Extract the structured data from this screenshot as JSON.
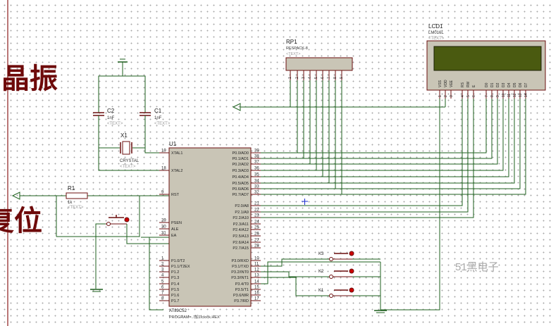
{
  "labels": {
    "crystal_big": "晶振",
    "reset_big": "复位",
    "watermark": "51黑电子"
  },
  "u1": {
    "ref": "U1",
    "part": "AT89C52",
    "program": "PROGRAM=..\\加1\\clock.HEX",
    "left_pins": [
      {
        "num": "19",
        "name": "XTAL1"
      },
      {
        "num": "18",
        "name": "XTAL2"
      },
      {
        "num": "9",
        "name": "RST"
      },
      {
        "num": "29",
        "name": "PSEN"
      },
      {
        "num": "30",
        "name": "ALE"
      },
      {
        "num": "31",
        "name": "EA"
      },
      {
        "num": "1",
        "name": "P1.0/T2"
      },
      {
        "num": "2",
        "name": "P1.1/T2EX"
      },
      {
        "num": "3",
        "name": "P1.2"
      },
      {
        "num": "4",
        "name": "P1.3"
      },
      {
        "num": "5",
        "name": "P1.4"
      },
      {
        "num": "6",
        "name": "P1.5"
      },
      {
        "num": "7",
        "name": "P1.6"
      },
      {
        "num": "8",
        "name": "P1.7"
      }
    ],
    "right_pins": [
      {
        "num": "39",
        "name": "P0.0/AD0"
      },
      {
        "num": "38",
        "name": "P0.1/AD1"
      },
      {
        "num": "37",
        "name": "P0.2/AD2"
      },
      {
        "num": "36",
        "name": "P0.3/AD3"
      },
      {
        "num": "35",
        "name": "P0.4/AD4"
      },
      {
        "num": "34",
        "name": "P0.5/AD5"
      },
      {
        "num": "33",
        "name": "P0.6/AD6"
      },
      {
        "num": "32",
        "name": "P0.7/AD7"
      },
      {
        "num": "21",
        "name": "P2.0/A8"
      },
      {
        "num": "22",
        "name": "P2.1/A9"
      },
      {
        "num": "23",
        "name": "P2.2/A10"
      },
      {
        "num": "24",
        "name": "P2.3/A11"
      },
      {
        "num": "25",
        "name": "P2.4/A12"
      },
      {
        "num": "26",
        "name": "P2.5/A13"
      },
      {
        "num": "27",
        "name": "P2.6/A14"
      },
      {
        "num": "28",
        "name": "P2.7/A15"
      },
      {
        "num": "10",
        "name": "P3.0/RXD"
      },
      {
        "num": "11",
        "name": "P3.1/TXD"
      },
      {
        "num": "12",
        "name": "P3.2/INT0"
      },
      {
        "num": "13",
        "name": "P3.3/INT1"
      },
      {
        "num": "14",
        "name": "P3.4/T0"
      },
      {
        "num": "15",
        "name": "P3.5/T1"
      },
      {
        "num": "16",
        "name": "P3.6/WR"
      },
      {
        "num": "17",
        "name": "P3.7/RD"
      }
    ]
  },
  "c2": {
    "ref": "C2",
    "value": "1nF",
    "text": "<TEXT>"
  },
  "c1": {
    "ref": "C1",
    "value": "1nF",
    "text": "<TEXT>"
  },
  "x1": {
    "ref": "X1",
    "value": "CRYSTAL",
    "text": "<TEXT>"
  },
  "r1": {
    "ref": "R1",
    "value": "1k",
    "text": "<TEXT>"
  },
  "rp1": {
    "ref": "RP1",
    "value": "RESPACK-8",
    "text": "<TEXT>",
    "pins": [
      "1",
      "2",
      "3",
      "4",
      "5",
      "6",
      "7",
      "8",
      "9"
    ]
  },
  "lcd1": {
    "ref": "LCD1",
    "value": "LM016L",
    "text": "<TEXT>",
    "pin_names": [
      "VSS",
      "VDD",
      "VEE",
      "RS",
      "RW",
      "E",
      "D0",
      "D1",
      "D2",
      "D3",
      "D4",
      "D5",
      "D6",
      "D7"
    ],
    "pin_nums": [
      "1",
      "2",
      "3",
      "4",
      "5",
      "6",
      "7",
      "8",
      "9",
      "10",
      "11",
      "12",
      "13",
      "14"
    ]
  },
  "switches": [
    {
      "ref": "K3"
    },
    {
      "ref": "K2"
    },
    {
      "ref": "K1"
    }
  ],
  "colors": {
    "wire": "#1d5f1d",
    "pin": "#6b0f0f",
    "chip": "#c9c5b6",
    "lcd_screen": "#4a5a10",
    "big_text": "#6e0a0a"
  }
}
